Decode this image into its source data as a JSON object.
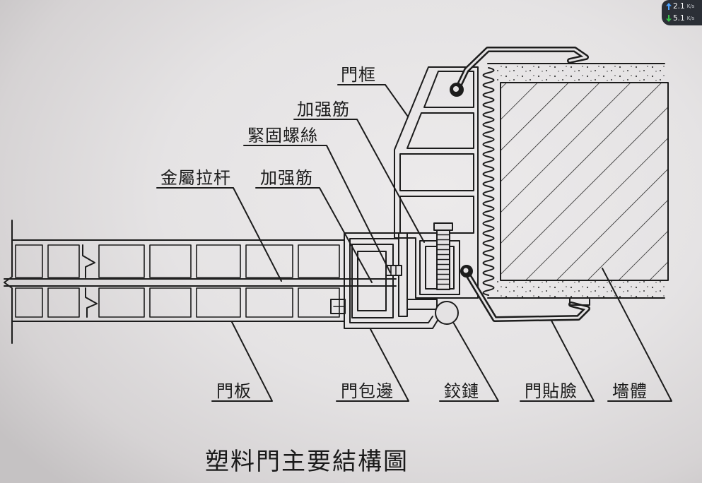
{
  "title": "塑料門主要結構圖",
  "labels": {
    "door_frame": "門框",
    "frame_reinforcement": "加强筋",
    "fastening_screw": "緊固螺絲",
    "metal_tie_rod": "金屬拉杆",
    "door_reinforcement": "加强筋",
    "door_panel": "門板",
    "door_edging": "門包邊",
    "hinge": "鉸鏈",
    "door_trim": "門貼臉",
    "wall": "墻體"
  },
  "network_overlay": {
    "upload_icon": "arrow-up-icon",
    "upload_value": "2.1",
    "upload_unit": "K/s",
    "upload_color": "#4da3ff",
    "download_icon": "arrow-down-icon",
    "download_value": "5.1",
    "download_unit": "K/s",
    "download_color": "#39c24a"
  }
}
